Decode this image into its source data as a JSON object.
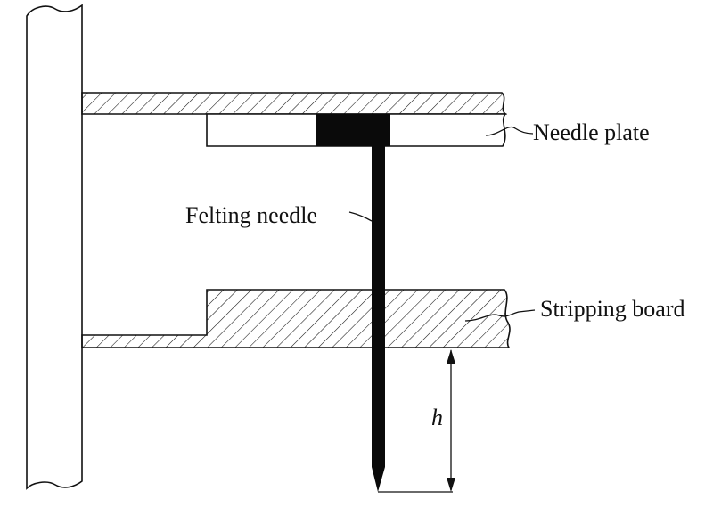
{
  "labels": {
    "needle_plate": "Needle plate",
    "felting_needle": "Felting needle",
    "stripping_board": "Stripping board",
    "h": "h"
  },
  "colors": {
    "line": "#111111",
    "needle": "#0a0a0a",
    "background": "#ffffff"
  }
}
